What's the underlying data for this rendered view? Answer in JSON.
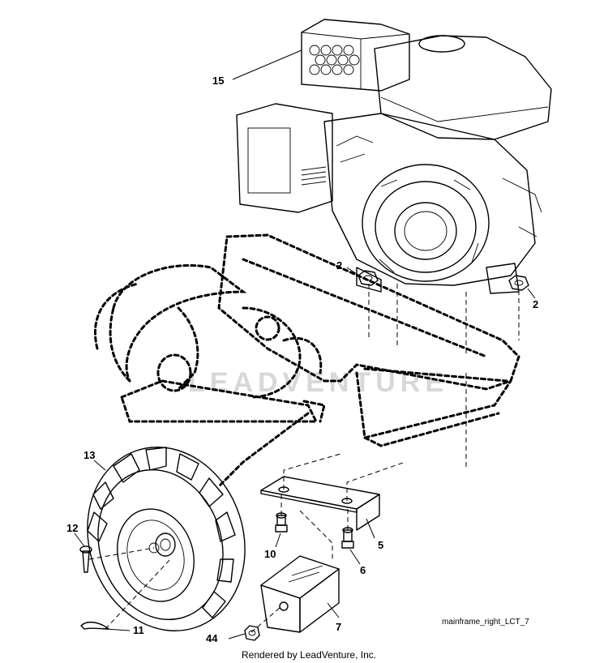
{
  "callouts": {
    "c15": "15",
    "c2a": "2",
    "c2b": "2",
    "c13": "13",
    "c12": "12",
    "c10": "10",
    "c5": "5",
    "c6": "6",
    "c7": "7",
    "c11": "11",
    "c44": "44"
  },
  "caption": "mainframe_right_LCT_7",
  "footer": "Rendered by LeadVenture, Inc.",
  "watermark": "LEADVENTURE"
}
